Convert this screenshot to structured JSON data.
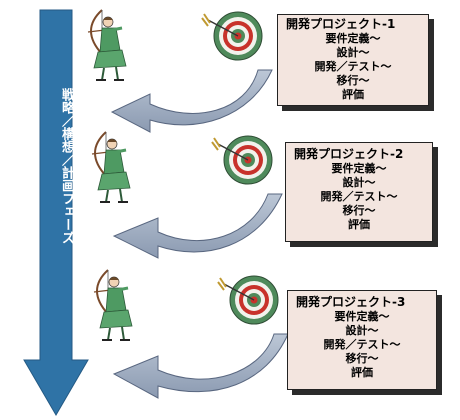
{
  "process_arrow": {
    "label": "戦略／構想／計画フェーズ",
    "color": "#2f73a6"
  },
  "projects": [
    {
      "title": "開発プロジェクト-1",
      "steps": [
        "要件定義～",
        "設計～",
        "開発／テスト～",
        "移行～",
        "評価"
      ]
    },
    {
      "title": "開発プロジェクト-2",
      "steps": [
        "要件定義～",
        "設計～",
        "開発／テスト～",
        "移行～",
        "評価"
      ]
    },
    {
      "title": "開発プロジェクト-3",
      "steps": [
        "要件定義～",
        "設計～",
        "開発／テスト～",
        "移行～",
        "評価"
      ]
    }
  ],
  "colors": {
    "feedback_arrow": "#a7b4c6",
    "feedback_arrow_edge": "#596780",
    "box_fill": "#f3e5df",
    "target_red": "#c8322b",
    "target_green": "#4f8a5b",
    "archer_green": "#4e9a62"
  },
  "icons": [
    "archer-icon",
    "target-icon",
    "curved-return-arrow"
  ]
}
